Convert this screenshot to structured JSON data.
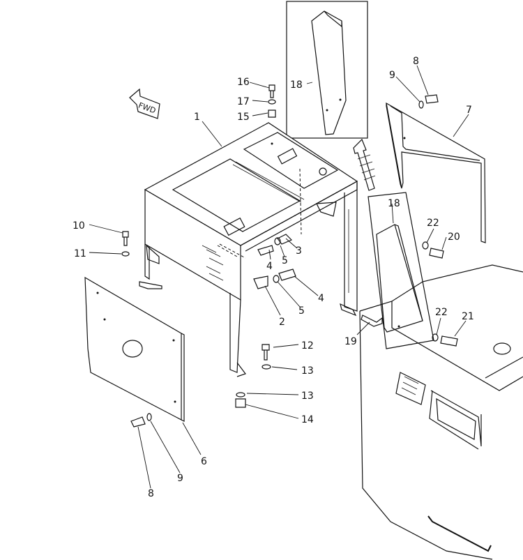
{
  "diagram": {
    "fwd_label": "FWD",
    "labels": [
      {
        "id": "l1",
        "text": "1"
      },
      {
        "id": "l2",
        "text": "2"
      },
      {
        "id": "l3",
        "text": "3"
      },
      {
        "id": "l4a",
        "text": "4"
      },
      {
        "id": "l4b",
        "text": "4"
      },
      {
        "id": "l5a",
        "text": "5"
      },
      {
        "id": "l5b",
        "text": "5"
      },
      {
        "id": "l6",
        "text": "6"
      },
      {
        "id": "l7",
        "text": "7"
      },
      {
        "id": "l8a",
        "text": "8"
      },
      {
        "id": "l8b",
        "text": "8"
      },
      {
        "id": "l9a",
        "text": "9"
      },
      {
        "id": "l9b",
        "text": "9"
      },
      {
        "id": "l10",
        "text": "10"
      },
      {
        "id": "l11",
        "text": "11"
      },
      {
        "id": "l12",
        "text": "12"
      },
      {
        "id": "l13a",
        "text": "13"
      },
      {
        "id": "l13b",
        "text": "13"
      },
      {
        "id": "l14",
        "text": "14"
      },
      {
        "id": "l15",
        "text": "15"
      },
      {
        "id": "l16",
        "text": "16"
      },
      {
        "id": "l17",
        "text": "17"
      },
      {
        "id": "l18a",
        "text": "18"
      },
      {
        "id": "l18b",
        "text": "18"
      },
      {
        "id": "l19",
        "text": "19"
      },
      {
        "id": "l20",
        "text": "20"
      },
      {
        "id": "l21",
        "text": "21"
      },
      {
        "id": "l22a",
        "text": "22"
      },
      {
        "id": "l22b",
        "text": "22"
      }
    ]
  }
}
